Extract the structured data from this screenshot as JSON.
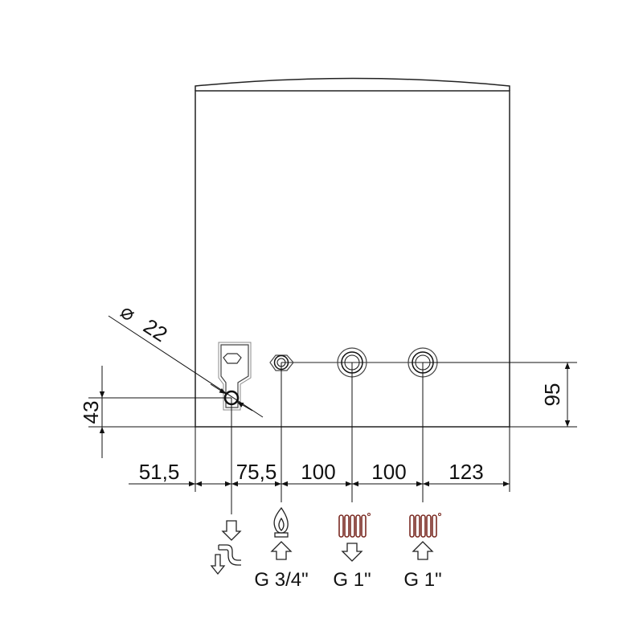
{
  "diagram": {
    "diameter": {
      "symbol": "⌀",
      "value": "22"
    },
    "vertical_dimensions": {
      "left": "43",
      "right": "95"
    },
    "horizontal_dimensions": [
      "51,5",
      "75,5",
      "100",
      "100",
      "123"
    ],
    "connections": [
      {
        "icon": "drain-siphon-icon",
        "thread": ""
      },
      {
        "icon": "gas-flame-icon",
        "thread": "G 3/4\""
      },
      {
        "icon": "radiator-flow-icon",
        "thread": "G 1\""
      },
      {
        "icon": "radiator-return-icon",
        "thread": "G 1\""
      }
    ],
    "colors": {
      "line": "#111111",
      "radiator": "#7a2a22",
      "unit_fill": "#ffffff"
    }
  }
}
